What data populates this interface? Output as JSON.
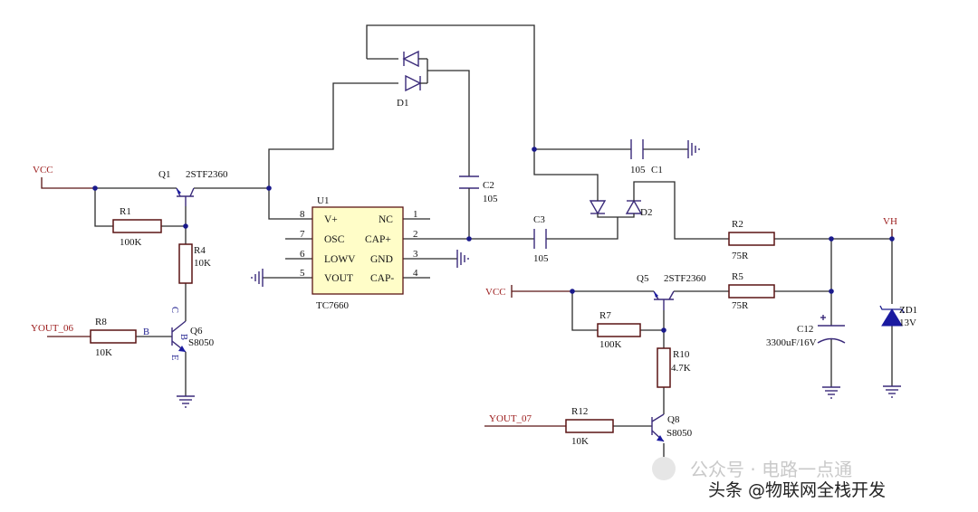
{
  "nets": {
    "vcc_left": "VCC",
    "vcc_right": "VCC",
    "vh": "VH",
    "yout_06": "YOUT_06",
    "yout_07": "YOUT_07"
  },
  "components": {
    "q1": {
      "ref": "Q1",
      "part": "2STF2360"
    },
    "q5": {
      "ref": "Q5",
      "part": "2STF2360"
    },
    "q6": {
      "ref": "Q6",
      "part": "S8050"
    },
    "q8": {
      "ref": "Q8",
      "part": "S8050"
    },
    "r1": {
      "ref": "R1",
      "value": "100K"
    },
    "r2": {
      "ref": "R2",
      "value": "75R"
    },
    "r4": {
      "ref": "R4",
      "value": "10K"
    },
    "r5": {
      "ref": "R5",
      "value": "75R"
    },
    "r7": {
      "ref": "R7",
      "value": "100K"
    },
    "r8": {
      "ref": "R8",
      "value": "10K"
    },
    "r10": {
      "ref": "R10",
      "value": "4.7K"
    },
    "r12": {
      "ref": "R12",
      "value": "10K"
    },
    "c1": {
      "ref": "C1",
      "value": "105"
    },
    "c2": {
      "ref": "C2",
      "value": "105"
    },
    "c3": {
      "ref": "C3",
      "value": "105"
    },
    "c12": {
      "ref": "C12",
      "value": "3300uF/16V"
    },
    "d1": {
      "ref": "D1"
    },
    "d2": {
      "ref": "D2"
    },
    "zd1": {
      "ref": "ZD1",
      "value": "13V"
    },
    "u1": {
      "ref": "U1",
      "part": "TC7660",
      "pins_left": [
        {
          "num": "8",
          "name": "V+"
        },
        {
          "num": "7",
          "name": "OSC"
        },
        {
          "num": "6",
          "name": "LOWV"
        },
        {
          "num": "5",
          "name": "VOUT"
        }
      ],
      "pins_right": [
        {
          "num": "1",
          "name": "NC"
        },
        {
          "num": "2",
          "name": "CAP+"
        },
        {
          "num": "3",
          "name": "GND"
        },
        {
          "num": "4",
          "name": "CAP-"
        }
      ]
    }
  },
  "q6_terminals": {
    "b": "B",
    "c": "C",
    "e": "E"
  },
  "watermark": {
    "line1": "公众号 · 电路一点通",
    "line2": "头条 @物联网全栈开发"
  }
}
